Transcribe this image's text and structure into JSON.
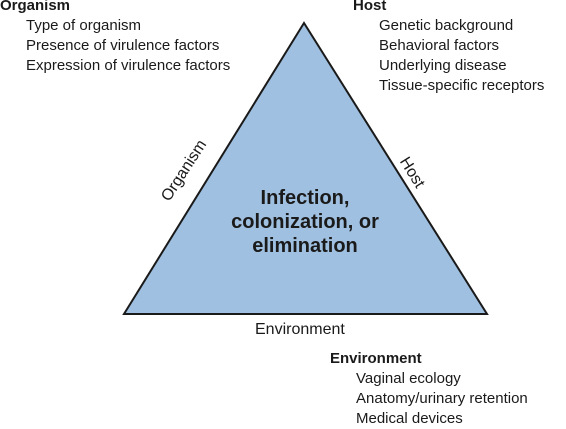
{
  "diagram": {
    "center_lines": [
      "Infection,",
      "colonization, or",
      "elimination"
    ],
    "side_labels": {
      "organism": "Organism",
      "host": "Host",
      "environment": "Environment"
    },
    "organism": {
      "heading": "Organism",
      "items": [
        "Type of organism",
        "Presence of virulence factors",
        "Expression of virulence factors"
      ]
    },
    "host": {
      "heading": "Host",
      "items": [
        "Genetic background",
        "Behavioral factors",
        "Underlying disease",
        "Tissue-specific receptors"
      ]
    },
    "environment": {
      "heading": "Environment",
      "items": [
        "Vaginal ecology",
        "Anatomy/urinary retention",
        "Medical devices"
      ]
    },
    "colors": {
      "triangle_fill": "#9fc0e0",
      "triangle_stroke": "#1a1a1a",
      "text": "#1a1a1a"
    }
  }
}
